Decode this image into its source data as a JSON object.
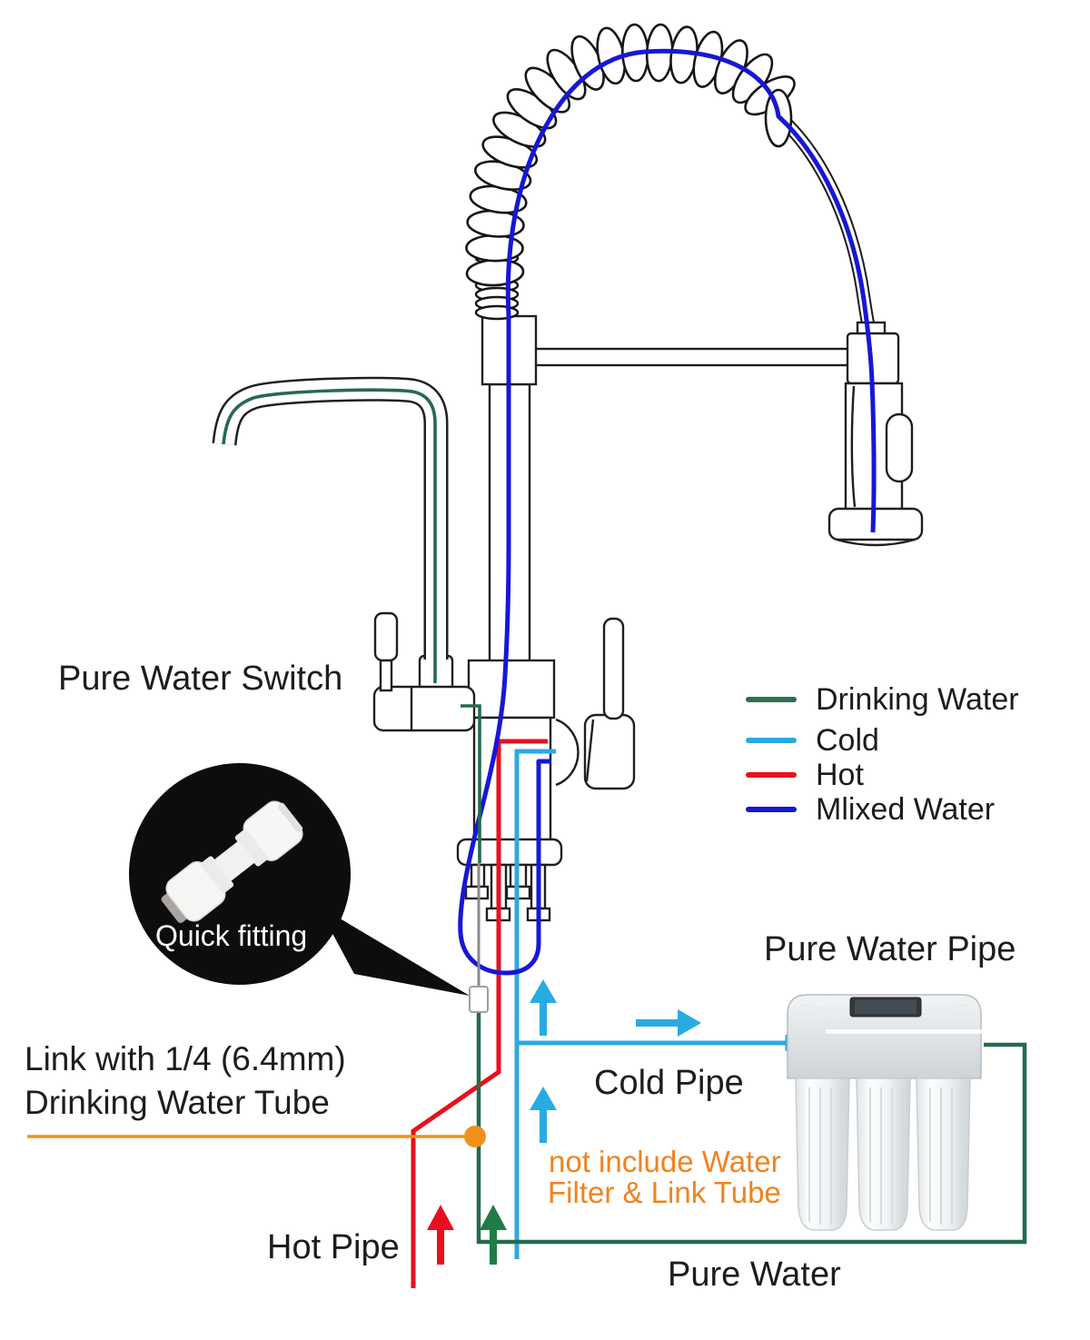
{
  "labels": {
    "pure_water_switch": "Pure Water Switch",
    "pure_water_pipe": "Pure Water Pipe",
    "cold_pipe": "Cold Pipe",
    "hot_pipe": "Hot Pipe",
    "pure_water": "Pure Water",
    "link_tube_line1": "Link with 1/4 (6.4mm)",
    "link_tube_line2": "Drinking Water Tube",
    "not_include_line1": "not include Water",
    "not_include_line2": "Filter & Link Tube",
    "quick_fitting": "Quick fitting"
  },
  "legend": {
    "items": [
      {
        "label": "Drinking Water",
        "color": "#2c6e4f"
      },
      {
        "label": "Cold",
        "color": "#29aae3"
      },
      {
        "label": "Hot",
        "color": "#e8101e"
      },
      {
        "label": "Mlixed Water",
        "color": "#1717d6"
      }
    ]
  },
  "colors": {
    "drinking_water": "#256b4c",
    "cold": "#29aae3",
    "hot": "#e8101e",
    "mixed_water": "#1717d6",
    "pure_arrow_green": "#1e7d44",
    "link_orange": "#f1901d",
    "note_orange": "#f08320",
    "callout_bg": "#0d0d0d",
    "gray_tube": "#8a8a8a"
  }
}
